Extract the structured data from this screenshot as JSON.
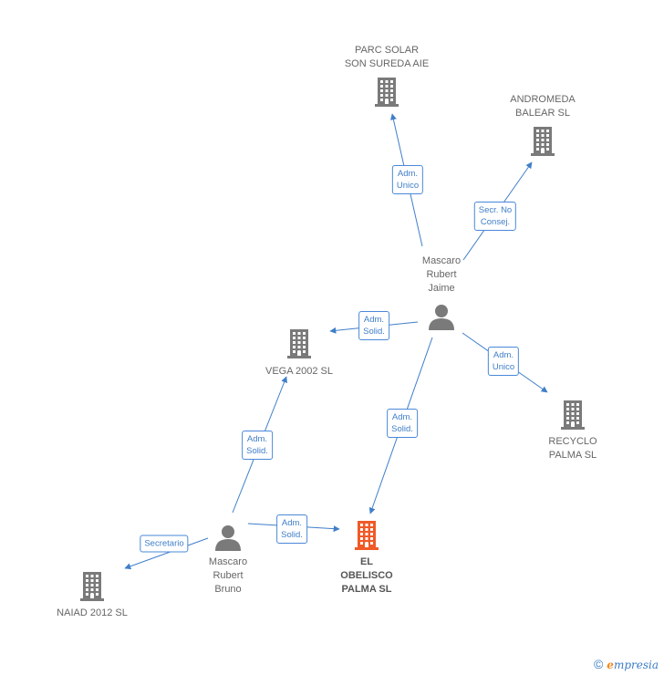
{
  "nodes": [
    {
      "id": "parc",
      "type": "company",
      "label": "PARC SOLAR\nSON SUREDA AIE",
      "focus": false
    },
    {
      "id": "andromeda",
      "type": "company",
      "label": "ANDROMEDA\nBALEAR SL",
      "focus": false
    },
    {
      "id": "jaime",
      "type": "person",
      "label": "Mascaro\nRubert\nJaime",
      "focus": false
    },
    {
      "id": "vega",
      "type": "company",
      "label": "VEGA 2002 SL",
      "focus": false
    },
    {
      "id": "recyclo",
      "type": "company",
      "label": "RECYCLO\nPALMA SL",
      "focus": false
    },
    {
      "id": "obelisco",
      "type": "company",
      "label": "EL\nOBELISCO\nPALMA SL",
      "focus": true
    },
    {
      "id": "bruno",
      "type": "person",
      "label": "Mascaro\nRubert\nBruno",
      "focus": false
    },
    {
      "id": "naiad",
      "type": "company",
      "label": "NAIAD 2012 SL",
      "focus": false
    }
  ],
  "edges": [
    {
      "from": "jaime",
      "to": "parc",
      "label": "Adm.\nUnico"
    },
    {
      "from": "jaime",
      "to": "andromeda",
      "label": "Secr. No\nConsej."
    },
    {
      "from": "jaime",
      "to": "vega",
      "label": "Adm.\nSolid."
    },
    {
      "from": "jaime",
      "to": "recyclo",
      "label": "Adm.\nUnico"
    },
    {
      "from": "jaime",
      "to": "obelisco",
      "label": "Adm.\nSolid."
    },
    {
      "from": "bruno",
      "to": "vega",
      "label": "Adm.\nSolid."
    },
    {
      "from": "bruno",
      "to": "obelisco",
      "label": "Adm.\nSolid."
    },
    {
      "from": "bruno",
      "to": "naiad",
      "label": "Secretario"
    }
  ],
  "colors": {
    "edge": "#3f7ec9",
    "icon": "#7a7a7a",
    "focus_icon": "#f05a28"
  },
  "footer": {
    "copyright_symbol": "©",
    "brand_first": "e",
    "brand_rest": "mpresia"
  }
}
